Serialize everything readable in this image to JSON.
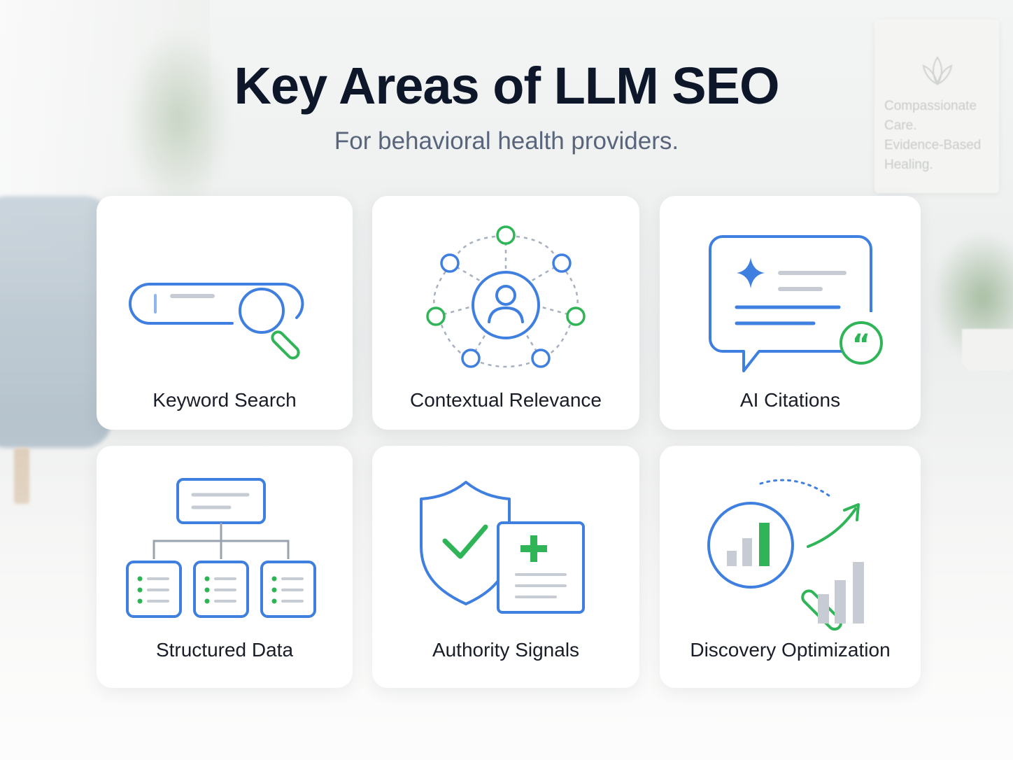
{
  "page": {
    "title": "Key Areas of LLM SEO",
    "subtitle": "For behavioral health providers."
  },
  "background": {
    "sign_text": [
      "Compassionate",
      "Care.",
      "Evidence-Based",
      "Healing."
    ]
  },
  "colors": {
    "blue": "#3f7fe0",
    "green": "#2fb457",
    "gray": "#c6cbd4",
    "title": "#0e1729",
    "subtitle": "#59657b"
  },
  "cards": [
    {
      "label": "Keyword Search",
      "icon": "search-bar-magnifier-icon"
    },
    {
      "label": "Contextual Relevance",
      "icon": "user-network-icon"
    },
    {
      "label": "AI Citations",
      "icon": "chat-sparkle-quote-icon"
    },
    {
      "label": "Structured Data",
      "icon": "hierarchy-tree-icon"
    },
    {
      "label": "Authority Signals",
      "icon": "shield-check-document-icon"
    },
    {
      "label": "Discovery Optimization",
      "icon": "magnifier-chart-growth-icon"
    }
  ]
}
